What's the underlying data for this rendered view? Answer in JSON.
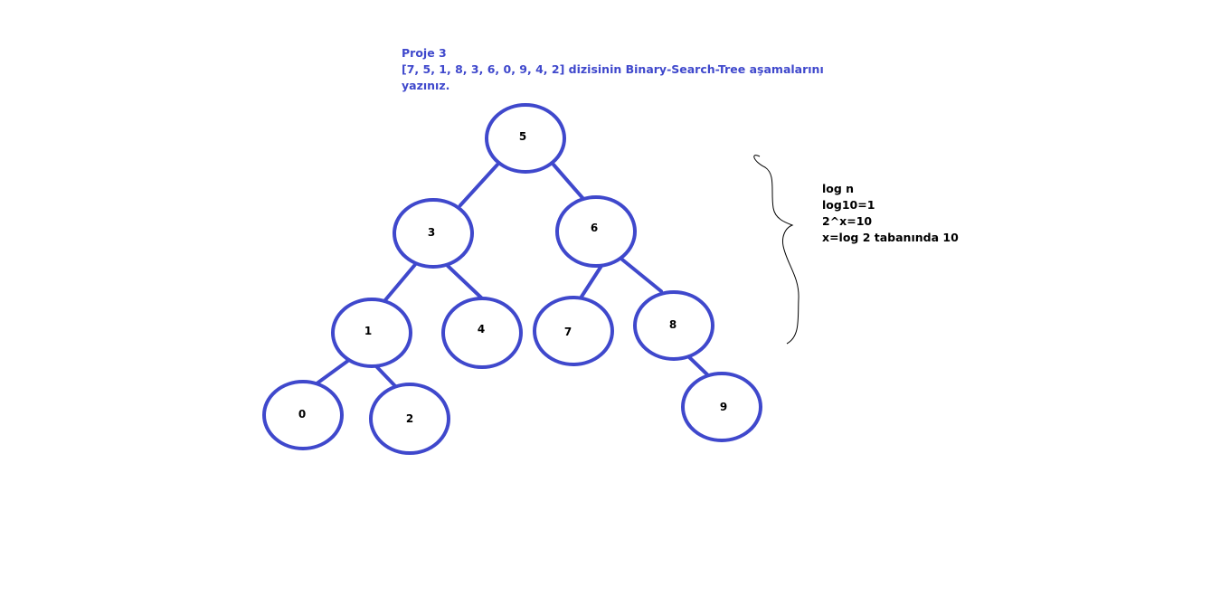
{
  "header": {
    "project": "Proje 3",
    "line1": "[7, 5, 1, 8, 3, 6, 0, 9, 4, 2] dizisinin Binary-Search-Tree aşamalarını",
    "line2": "yazınız."
  },
  "notes": {
    "line1": "log n",
    "line2": "log10=1",
    "line3": "2^x=10",
    "line4": "x=log 2 tabanında 10"
  },
  "tree": {
    "stroke_color": "#3f48cc",
    "nodes": [
      "5",
      "3",
      "6",
      "1",
      "4",
      "7",
      "8",
      "0",
      "2",
      "9"
    ],
    "edges": [
      [
        "5",
        "3"
      ],
      [
        "5",
        "6"
      ],
      [
        "3",
        "1"
      ],
      [
        "3",
        "4"
      ],
      [
        "6",
        "7"
      ],
      [
        "6",
        "8"
      ],
      [
        "1",
        "0"
      ],
      [
        "1",
        "2"
      ],
      [
        "8",
        "9"
      ]
    ]
  }
}
